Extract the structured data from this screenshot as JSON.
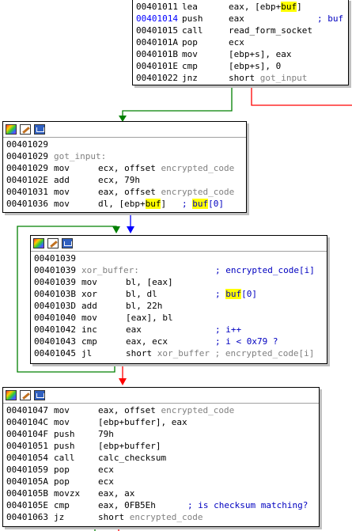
{
  "block0": {
    "lines": [
      {
        "addr": "00401011",
        "mn": "lea",
        "op1": "eax, [ebp+",
        "hl": "buf",
        "op2": "]",
        "cmt": ""
      },
      {
        "addr": "00401014",
        "mn": "push",
        "op1": "eax",
        "hl": "",
        "op2": "",
        "cmt": "; buf"
      },
      {
        "addr": "00401015",
        "mn": "call",
        "op1": "read_form_socket",
        "hl": "",
        "op2": "",
        "cmt": ""
      },
      {
        "addr": "0040101A",
        "mn": "pop",
        "op1": "ecx",
        "hl": "",
        "op2": "",
        "cmt": ""
      },
      {
        "addr": "0040101B",
        "mn": "mov",
        "op1": "[ebp+s], eax",
        "hl": "",
        "op2": "",
        "cmt": ""
      },
      {
        "addr": "0040101E",
        "mn": "cmp",
        "op1": "[ebp+s], 0",
        "hl": "",
        "op2": "",
        "cmt": ""
      },
      {
        "addr": "00401022",
        "mn": "jnz",
        "op1": "short ",
        "dim": "got_input",
        "hl": "",
        "op2": "",
        "cmt": ""
      }
    ]
  },
  "block1": {
    "l0": "00401029",
    "l1_addr": "00401029",
    "l1_label": "got_input:",
    "lines": [
      {
        "addr": "00401029",
        "mn": "mov",
        "op1": "ecx, offset ",
        "dim": "encrypted_code"
      },
      {
        "addr": "0040102E",
        "mn": "add",
        "op1": "ecx, 79h",
        "dim": ""
      },
      {
        "addr": "00401031",
        "mn": "mov",
        "op1": "eax, offset ",
        "dim": "encrypted_code"
      }
    ],
    "last": {
      "addr": "00401036",
      "mn": "mov",
      "op1": "dl, [ebp+",
      "hl": "buf",
      "op2": "]",
      "cmt1": "; ",
      "cmt_hl": "buf",
      "cmt2": "[0]"
    }
  },
  "block2": {
    "l0": "00401039",
    "l1_addr": "00401039",
    "l1_label": "xor_buffer:",
    "l1_cmt": "; encrypted_code[i]",
    "lines": [
      {
        "addr": "00401039",
        "mn": "mov",
        "op1": "bl, [eax]",
        "cmt": ""
      },
      {
        "addr": "0040103B",
        "mn": "xor",
        "op1": "bl, dl",
        "cmt": "; ",
        "cmt_hl": "buf",
        "cmt2": "[0]"
      },
      {
        "addr": "0040103D",
        "mn": "add",
        "op1": "bl, 22h",
        "cmt": ""
      },
      {
        "addr": "00401040",
        "mn": "mov",
        "op1": "[eax], bl",
        "cmt": ""
      },
      {
        "addr": "00401042",
        "mn": "inc",
        "op1": "eax",
        "cmt": "; i++"
      },
      {
        "addr": "00401043",
        "mn": "cmp",
        "op1": "eax, ecx",
        "cmt": "; i < 0x79 ?"
      },
      {
        "addr": "00401045",
        "mn": "jl",
        "op1": "short ",
        "dim": "xor_buffer ; encrypted_code[i]",
        "cmt": ""
      }
    ]
  },
  "block3": {
    "lines": [
      {
        "addr": "00401047",
        "mn": "mov",
        "op1": "eax, offset ",
        "dim": "encrypted_code",
        "cmt": ""
      },
      {
        "addr": "0040104C",
        "mn": "mov",
        "op1": "[ebp+buffer], eax",
        "dim": "",
        "cmt": ""
      },
      {
        "addr": "0040104F",
        "mn": "push",
        "op1": "79h",
        "dim": "",
        "cmt": ""
      },
      {
        "addr": "00401051",
        "mn": "push",
        "op1": "[ebp+buffer]",
        "dim": "",
        "cmt": ""
      },
      {
        "addr": "00401054",
        "mn": "call",
        "op1": "calc_checksum",
        "dim": "",
        "cmt": ""
      },
      {
        "addr": "00401059",
        "mn": "pop",
        "op1": "ecx",
        "dim": "",
        "cmt": ""
      },
      {
        "addr": "0040105A",
        "mn": "pop",
        "op1": "ecx",
        "dim": "",
        "cmt": ""
      },
      {
        "addr": "0040105B",
        "mn": "movzx",
        "op1": "eax, ax",
        "dim": "",
        "cmt": ""
      },
      {
        "addr": "0040105E",
        "mn": "cmp",
        "op1": "eax, 0FB5Eh",
        "dim": "",
        "cmt": "; is checksum matching?"
      },
      {
        "addr": "00401063",
        "mn": "jz",
        "op1": "short ",
        "dim": "encrypted_code",
        "cmt": ""
      }
    ]
  },
  "colors": {
    "true_edge": "#008000",
    "false_edge": "#ff0000",
    "uncond_edge": "#0000ff",
    "highlight": "#ffff00"
  }
}
